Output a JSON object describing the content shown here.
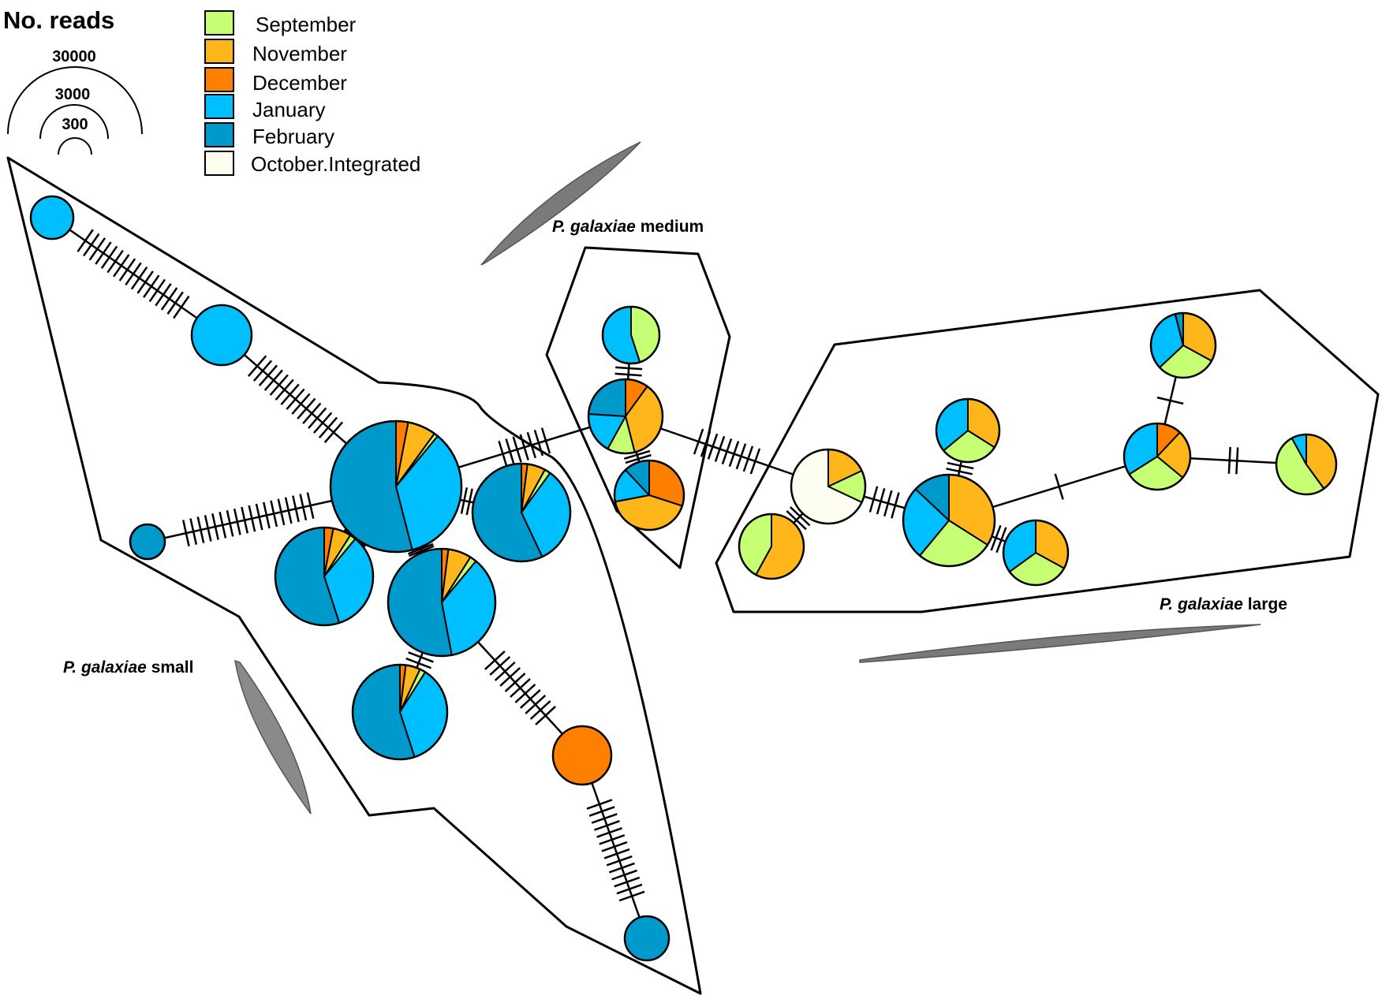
{
  "size_legend": {
    "title": "No. reads",
    "values": [
      "30000",
      "3000",
      "300"
    ]
  },
  "month_legend": [
    {
      "label": "September",
      "color": "#c6ff73"
    },
    {
      "label": "November",
      "color": "#ffb61a"
    },
    {
      "label": "December",
      "color": "#ff7f00"
    },
    {
      "label": "January",
      "color": "#00bfff"
    },
    {
      "label": "February",
      "color": "#0099cc"
    },
    {
      "label": "October.Integrated",
      "color": "#fdfdf0"
    }
  ],
  "groups": {
    "small": {
      "italic": "P. galaxiae",
      "suffix": " small"
    },
    "medium": {
      "italic": "P. galaxiae",
      "suffix": " medium"
    },
    "large": {
      "italic": "P. galaxiae",
      "suffix": " large"
    }
  },
  "haplotypes": [
    {
      "id": "h1",
      "group": "small",
      "slices": [
        0,
        0,
        0,
        1,
        0,
        0
      ]
    },
    {
      "id": "h2",
      "group": "small",
      "slices": [
        0,
        0,
        0,
        1,
        0,
        0
      ]
    },
    {
      "id": "h3",
      "group": "small",
      "slices": [
        0,
        0,
        0,
        0,
        1,
        0
      ]
    },
    {
      "id": "h4",
      "group": "small",
      "slices": [
        0.01,
        0.07,
        0.03,
        0.35,
        0.54,
        0
      ]
    },
    {
      "id": "h5",
      "group": "small",
      "slices": [
        0.02,
        0.06,
        0.02,
        0.33,
        0.57,
        0
      ]
    },
    {
      "id": "h6",
      "group": "small",
      "slices": [
        0.02,
        0.06,
        0.03,
        0.34,
        0.55,
        0
      ]
    },
    {
      "id": "h7",
      "group": "small",
      "slices": [
        0.02,
        0.07,
        0.02,
        0.36,
        0.53,
        0
      ]
    },
    {
      "id": "h8",
      "group": "small",
      "slices": [
        0.02,
        0.05,
        0.02,
        0.36,
        0.55,
        0
      ]
    },
    {
      "id": "h9",
      "group": "small",
      "slices": [
        0,
        0,
        1,
        0,
        0,
        0
      ]
    },
    {
      "id": "h10",
      "group": "small",
      "slices": [
        0,
        0,
        0,
        0,
        1,
        0
      ]
    },
    {
      "id": "h11",
      "group": "medium",
      "slices": [
        0.45,
        0,
        0,
        0.55,
        0,
        0
      ]
    },
    {
      "id": "h12",
      "group": "medium",
      "slices": [
        0.12,
        0.36,
        0.1,
        0.18,
        0.24,
        0
      ]
    },
    {
      "id": "h13",
      "group": "medium",
      "slices": [
        0,
        0.42,
        0.3,
        0.16,
        0.12,
        0
      ]
    },
    {
      "id": "h14",
      "group": "large",
      "slices": [
        0.42,
        0.58,
        0,
        0,
        0,
        0
      ]
    },
    {
      "id": "h15",
      "group": "large",
      "slices": [
        0.14,
        0.18,
        0,
        0,
        0,
        0.68
      ]
    },
    {
      "id": "h16",
      "group": "large",
      "slices": [
        0.3,
        0.34,
        0,
        0.36,
        0,
        0
      ]
    },
    {
      "id": "h17",
      "group": "large",
      "slices": [
        0.27,
        0.34,
        0,
        0.26,
        0.13,
        0
      ]
    },
    {
      "id": "h18",
      "group": "large",
      "slices": [
        0.32,
        0.33,
        0,
        0.35,
        0,
        0
      ]
    },
    {
      "id": "h19",
      "group": "large",
      "slices": [
        0.3,
        0.24,
        0.12,
        0.34,
        0,
        0
      ]
    },
    {
      "id": "h20",
      "group": "large",
      "slices": [
        0.3,
        0.33,
        0,
        0.33,
        0.04,
        0
      ]
    },
    {
      "id": "h21",
      "group": "large",
      "slices": [
        0.52,
        0.4,
        0,
        0.08,
        0,
        0
      ]
    }
  ],
  "links": [
    {
      "from": "h1",
      "to": "h2",
      "mutations": 17
    },
    {
      "from": "h2",
      "to": "h4",
      "mutations": 15
    },
    {
      "from": "h3",
      "to": "h4",
      "mutations": 18
    },
    {
      "from": "h4",
      "to": "h5",
      "mutations": 2
    },
    {
      "from": "h4",
      "to": "h6",
      "mutations": 2
    },
    {
      "from": "h4",
      "to": "h7",
      "mutations": 2
    },
    {
      "from": "h7",
      "to": "h8",
      "mutations": 2
    },
    {
      "from": "h7",
      "to": "h9",
      "mutations": 11
    },
    {
      "from": "h9",
      "to": "h10",
      "mutations": 14
    },
    {
      "from": "h4",
      "to": "h12",
      "mutations": 7
    },
    {
      "from": "h11",
      "to": "h12",
      "mutations": 2
    },
    {
      "from": "h12",
      "to": "h13",
      "mutations": 2
    },
    {
      "from": "h12",
      "to": "h15",
      "mutations": 9
    },
    {
      "from": "h15",
      "to": "h14",
      "mutations": 2
    },
    {
      "from": "h15",
      "to": "h17",
      "mutations": 4
    },
    {
      "from": "h17",
      "to": "h16",
      "mutations": 2
    },
    {
      "from": "h17",
      "to": "h18",
      "mutations": 2
    },
    {
      "from": "h17",
      "to": "h19",
      "mutations": 1
    },
    {
      "from": "h19",
      "to": "h20",
      "mutations": 1
    },
    {
      "from": "h19",
      "to": "h21",
      "mutations": 2
    }
  ]
}
